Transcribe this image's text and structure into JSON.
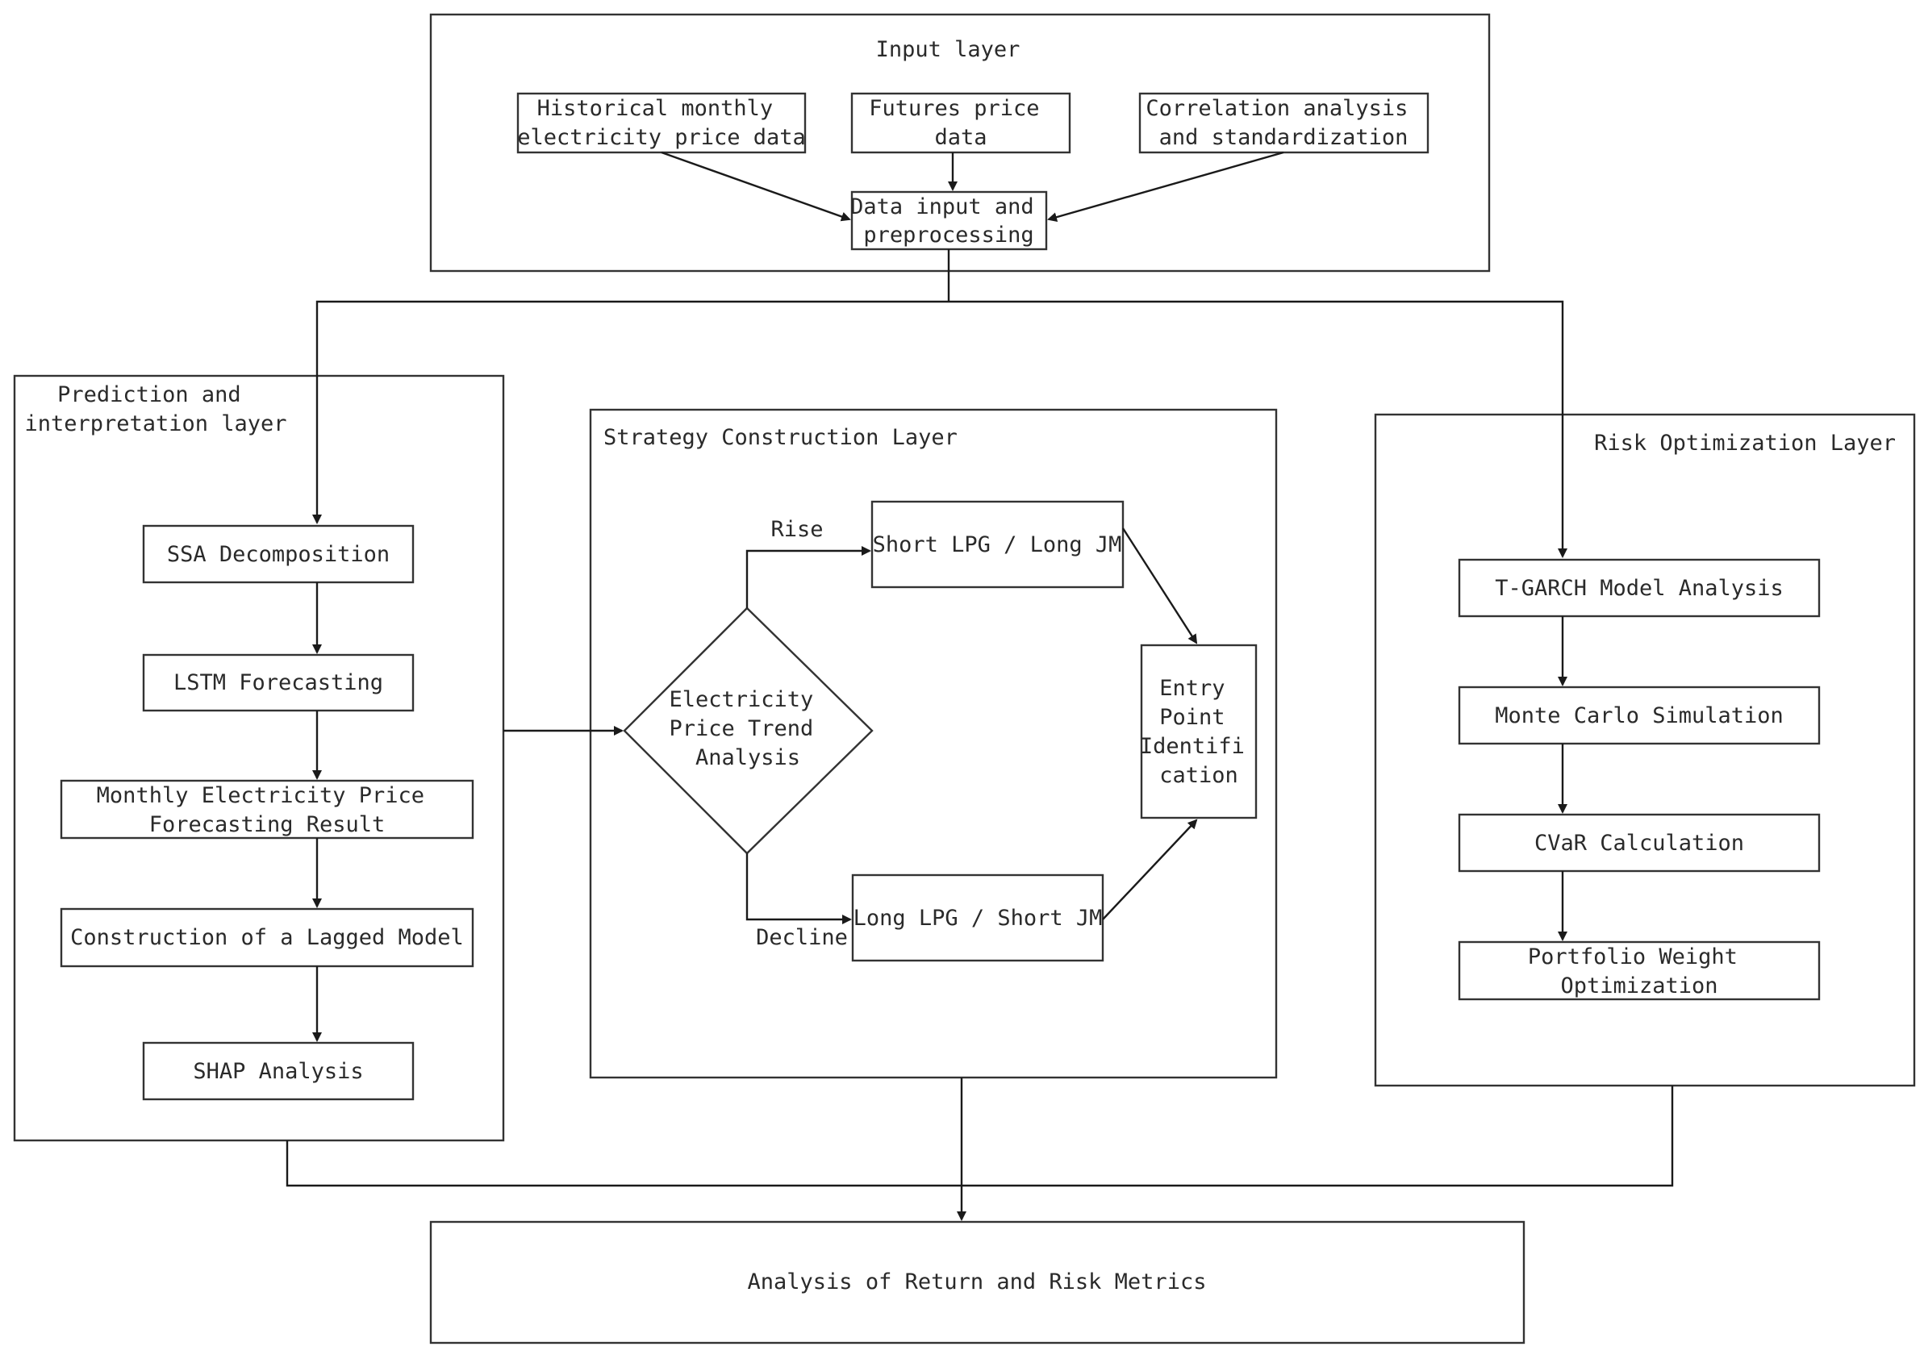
{
  "input_layer": {
    "title": "Input layer",
    "historical": [
      "Historical monthly",
      "electricity price data"
    ],
    "futures": [
      "Futures price",
      "data"
    ],
    "correlation": [
      "Correlation analysis",
      "and standardization"
    ],
    "preprocess": [
      "Data input and",
      "preprocessing"
    ]
  },
  "prediction_layer": {
    "title": [
      "Prediction and",
      "interpretation layer"
    ],
    "ssa": "SSA Decomposition",
    "lstm": "LSTM Forecasting",
    "monthly_result": [
      "Monthly Electricity Price",
      "Forecasting Result"
    ],
    "lagged": "Construction of a Lagged Model",
    "shap": "SHAP Analysis"
  },
  "strategy_layer": {
    "title": "Strategy Construction Layer",
    "trend": [
      "Electricity",
      "Price Trend",
      "Analysis"
    ],
    "rise": "Rise",
    "decline": "Decline",
    "short_lpg": "Short LPG / Long JM",
    "long_lpg": "Long LPG / Short JM",
    "entry": [
      "Entry",
      "Point",
      "Identifi",
      "cation"
    ]
  },
  "risk_layer": {
    "title": "Risk Optimization Layer",
    "tgarch": "T-GARCH Model Analysis",
    "monte_carlo": "Monte Carlo Simulation",
    "cvar": "CVaR Calculation",
    "portfolio": [
      "Portfolio Weight",
      "Optimization"
    ]
  },
  "output": {
    "analysis": "Analysis of Return and Risk Metrics"
  }
}
